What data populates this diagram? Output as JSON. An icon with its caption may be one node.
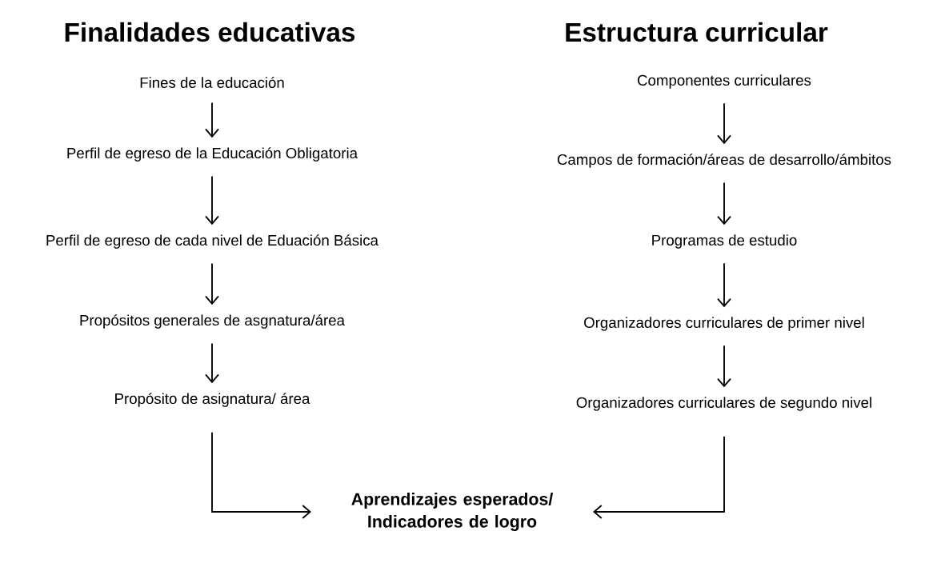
{
  "diagram": {
    "nodes": [
      {
        "text": [
          "Fines de la educación"
        ]
      },
      {
        "text": [
          "Perfil de egreso de la Educación Obligatoria"
        ]
      },
      {
        "text": [
          "Perfil de egreso de cada nivel de Eduación Básica"
        ]
      },
      {
        "text": [
          "Propósitos generales de asgnatura/área"
        ]
      },
      {
        "text": [
          "Propósito de asignatura/ área"
        ]
      },
      {
        "text": [
          "Componentes curriculares"
        ]
      },
      {
        "text": [
          "Campos de formación/áreas de desarrollo/ámbitos"
        ]
      },
      {
        "text": [
          "Programas de estudio"
        ]
      },
      {
        "text": [
          "Organizadores curriculares de primer nivel"
        ]
      },
      {
        "text": [
          "Organizadores curriculares de segundo nivel"
        ]
      },
      {
        "text": [
          "Aprendizajes esperados/ Indicadores de logro"
        ]
      }
    ],
    "edges": [
      {
        "from": 0,
        "to": 1,
        "arrow": "to"
      },
      {
        "from": 1,
        "to": 2,
        "arrow": "to"
      },
      {
        "from": 2,
        "to": 3,
        "arrow": "to"
      },
      {
        "from": 3,
        "to": 4,
        "arrow": "to"
      },
      {
        "from": 5,
        "to": 6,
        "arrow": "to"
      },
      {
        "from": 6,
        "to": 7,
        "arrow": "to"
      },
      {
        "from": 7,
        "to": 8,
        "arrow": "to"
      },
      {
        "from": 8,
        "to": 9,
        "arrow": "to"
      },
      {
        "from": 4,
        "to": 10,
        "arrow": "to"
      },
      {
        "from": 9,
        "to": 10,
        "arrow": "to"
      }
    ],
    "labels": [
      "Finalidades educativas",
      "Estructura curricular"
    ]
  }
}
